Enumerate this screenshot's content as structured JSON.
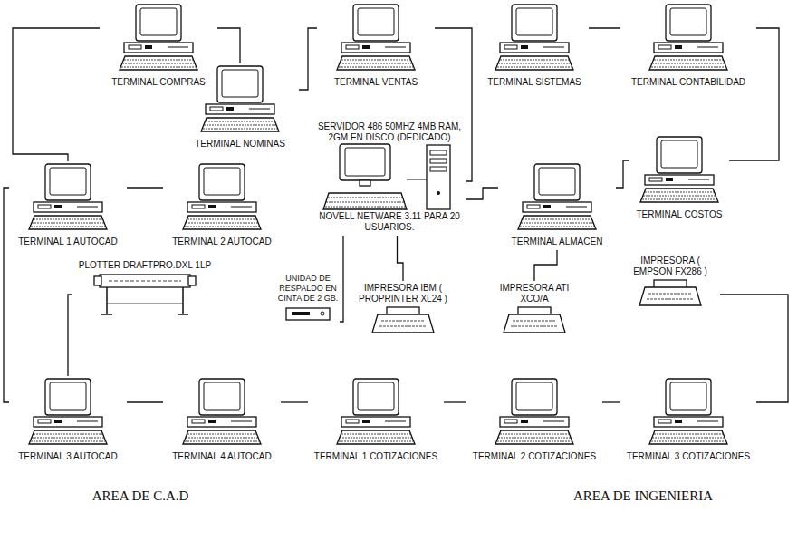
{
  "diagram": {
    "nodes": [
      {
        "text": [
          "TERMINAL COMPRAS"
        ]
      },
      {
        "text": [
          "TERMINAL VENTAS"
        ]
      },
      {
        "text": [
          "TERMINAL SISTEMAS"
        ]
      },
      {
        "text": [
          "TERMINAL CONTABILIDAD"
        ]
      },
      {
        "text": [
          "TERMINAL NOMINAS"
        ]
      },
      {
        "text": [
          "TERMINAL COSTOS"
        ]
      },
      {
        "text": [
          "SERVIDOR 486 50MHZ 4MB RAM, 2GM EN DISCO (DEDICADO)",
          "NOVELL NETWARE 3.11 PARA 20 USUARIOS."
        ]
      },
      {
        "text": [
          "TERMINAL 1 AUTOCAD"
        ]
      },
      {
        "text": [
          "TERMINAL 2 AUTOCAD"
        ]
      },
      {
        "text": [
          "TERMINAL ALMACEN"
        ]
      },
      {
        "text": [
          "PLOTTER DRAFTPRO.DXL 1LP"
        ]
      },
      {
        "text": [
          "UNIDAD DE RESPALDO EN CINTA DE 2 GB."
        ]
      },
      {
        "text": [
          "IMPRESORA IBM ( PROPRINTER XL24 )"
        ]
      },
      {
        "text": [
          "IMPRESORA ATI XCO/A"
        ]
      },
      {
        "text": [
          "IMPRESORA ( EMPSON FX286 )"
        ]
      },
      {
        "text": [
          "TERMINAL 3 AUTOCAD"
        ]
      },
      {
        "text": [
          "TERMINAL 4 AUTOCAD"
        ]
      },
      {
        "text": [
          "TERMINAL 1 COTIZACIONES"
        ]
      },
      {
        "text": [
          "TERMINAL 2 COTIZACIONES"
        ]
      },
      {
        "text": [
          "TERMINAL 3 COTIZACIONES"
        ]
      }
    ],
    "edges": [
      {
        "from": 0,
        "to": 4,
        "arrow": "none"
      },
      {
        "from": 4,
        "to": 1,
        "arrow": "none"
      },
      {
        "from": 1,
        "to": 6,
        "arrow": "none"
      },
      {
        "from": 6,
        "to": 9,
        "arrow": "none"
      },
      {
        "from": 2,
        "to": 3,
        "arrow": "none"
      },
      {
        "from": 3,
        "to": 5,
        "arrow": "none"
      },
      {
        "from": 5,
        "to": 9,
        "arrow": "none"
      },
      {
        "from": 0,
        "to": 7,
        "arrow": "none"
      },
      {
        "from": 7,
        "to": 8,
        "arrow": "none"
      },
      {
        "from": 7,
        "to": 15,
        "arrow": "none"
      },
      {
        "from": 15,
        "to": 10,
        "arrow": "none"
      },
      {
        "from": 15,
        "to": 16,
        "arrow": "none"
      },
      {
        "from": 16,
        "to": 17,
        "arrow": "none"
      },
      {
        "from": 17,
        "to": 18,
        "arrow": "none"
      },
      {
        "from": 18,
        "to": 19,
        "arrow": "none"
      },
      {
        "from": 19,
        "to": 14,
        "arrow": "none"
      },
      {
        "from": 6,
        "to": 12,
        "arrow": "none"
      },
      {
        "from": 6,
        "to": 11,
        "arrow": "none"
      },
      {
        "from": 9,
        "to": 13,
        "arrow": "none"
      }
    ],
    "labels": [
      "AREA DE C.A.D",
      "AREA DE INGENIERIA"
    ]
  }
}
